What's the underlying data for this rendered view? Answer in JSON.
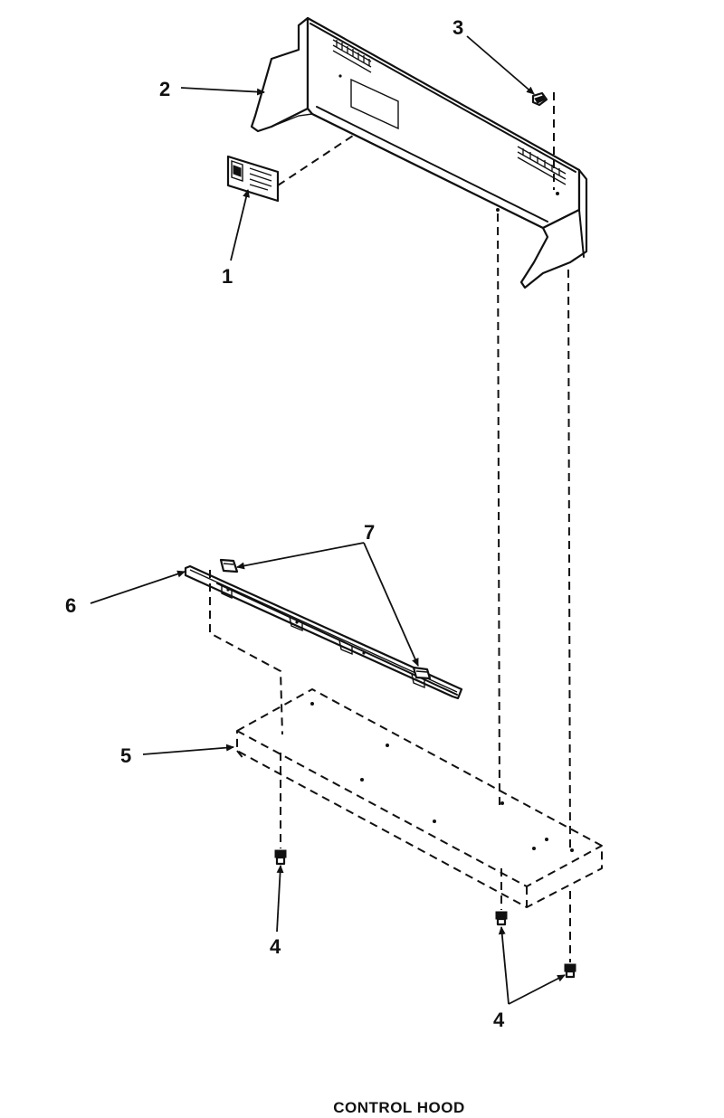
{
  "caption": "CONTROL HOOD",
  "callouts": {
    "c1": "1",
    "c2": "2",
    "c3": "3",
    "c4a": "4",
    "c4b": "4",
    "c5": "5",
    "c6": "6",
    "c7": "7"
  }
}
